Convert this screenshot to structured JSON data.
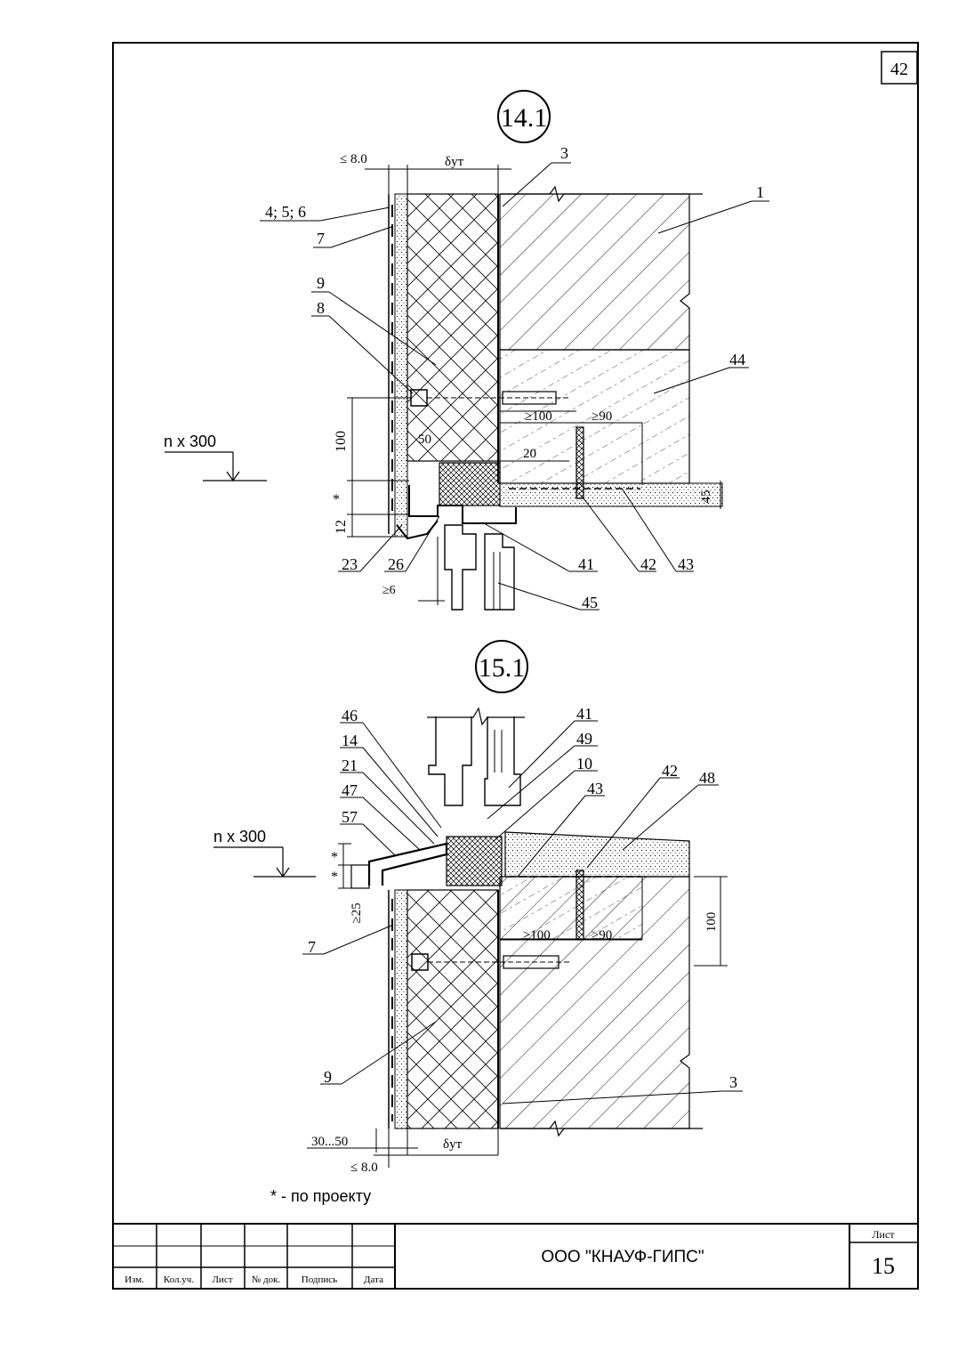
{
  "sheet_corner_number": "42",
  "details": {
    "top": {
      "title": "14.1",
      "dims": {
        "max_thickness": "≤ 8.0",
        "insulation": "δут",
        "d100": "100",
        "d50": "50",
        "star": "*",
        "d12": "12",
        "d20": "20",
        "ge100": "≥100",
        "ge90": "≥90",
        "d45": "45",
        "ge6": "≥6"
      },
      "level_mark": "n x 300",
      "callouts": [
        "3",
        "1",
        "4; 5; 6",
        "7",
        "9",
        "8",
        "44",
        "23",
        "26",
        "41",
        "42",
        "43",
        "45"
      ]
    },
    "bottom": {
      "title": "15.1",
      "dims": {
        "star_top": "*",
        "star_bot": "*",
        "ge25": "≥25",
        "ge100": "≥100",
        "ge90": "≥90",
        "d100": "100",
        "range": "30...50",
        "max_thickness": "≤ 8.0",
        "insulation": "δут"
      },
      "level_mark": "n x 300",
      "callouts": [
        "46",
        "14",
        "21",
        "47",
        "57",
        "41",
        "49",
        "10",
        "43",
        "42",
        "48",
        "7",
        "9",
        "3"
      ]
    }
  },
  "footnote": "* - по проекту",
  "title_block": {
    "columns": [
      "Изм.",
      "Кол.уч.",
      "Лист",
      "№ док.",
      "Подпись",
      "Дата"
    ],
    "organization": "ООО \"КНАУФ-ГИПС\"",
    "sheet_label": "Лист",
    "sheet_number": "15"
  }
}
